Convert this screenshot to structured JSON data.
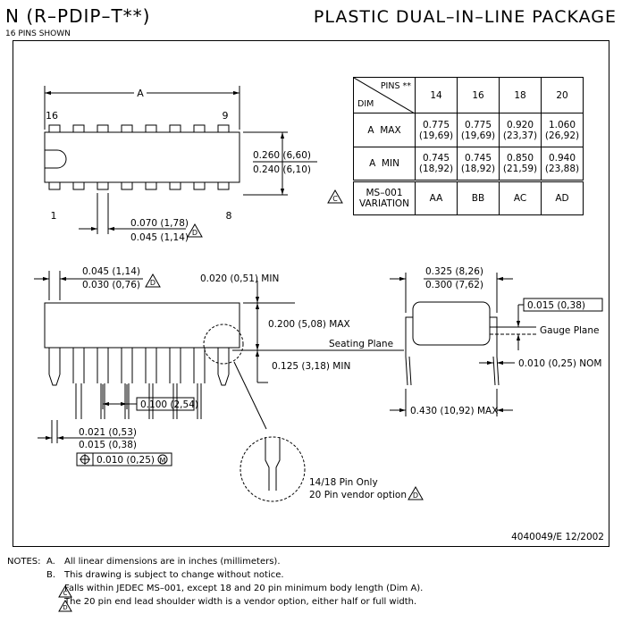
{
  "header": {
    "title": "N (R–PDIP–T**)",
    "subtitle": "16 PINS SHOWN",
    "package_name": "PLASTIC DUAL–IN–LINE PACKAGE"
  },
  "top_view": {
    "dim_a_label": "A",
    "pin16": "16",
    "pin9": "9",
    "pin1": "1",
    "pin8": "8",
    "width_max": "0.260 (6,60)",
    "width_min": "0.240 (6,10)",
    "pitch_max": "0.070 (1,78)",
    "pitch_min": "0.045 (1,14)",
    "note_d": "D"
  },
  "table": {
    "header_pins": "PINS **",
    "header_dim": "DIM",
    "columns": [
      "14",
      "16",
      "18",
      "20"
    ],
    "rows": [
      {
        "label": "A  MAX",
        "values": [
          "0.775\n(19,69)",
          "0.775\n(19,69)",
          "0.920\n(23,37)",
          "1.060\n(26,92)"
        ]
      },
      {
        "label": "A  MIN",
        "values": [
          "0.745\n(18,92)",
          "0.745\n(18,92)",
          "0.850\n(21,59)",
          "0.940\n(23,88)"
        ]
      },
      {
        "label": "MS–001\nVARIATION",
        "values": [
          "AA",
          "BB",
          "AC",
          "AD"
        ]
      }
    ],
    "note_c": "C"
  },
  "side_view": {
    "shoulder_max": "0.045 (1,14)",
    "shoulder_min": "0.030 (0,76)",
    "standoff": "0.020 (0,51) MIN",
    "height": "0.200 (5,08) MAX",
    "seating_plane": "Seating Plane",
    "lead_length": "0.125 (3,18) MIN",
    "pitch": "0.100 (2,54)",
    "lead_w_max": "0.021 (0,53)",
    "lead_w_min": "0.015 (0,38)",
    "tolerance": "0.010 (0,25)",
    "tol_modifier": "M",
    "detail_note1": "14/18 Pin Only",
    "detail_note2": "20 Pin vendor option"
  },
  "end_view": {
    "row_max": "0.325 (8,26)",
    "row_min": "0.300 (7,62)",
    "gauge_offset": "0.015 (0,38)",
    "gauge_plane": "Gauge Plane",
    "lead_thick": "0.010 (0,25) NOM",
    "span": "0.430 (10,92) MAX"
  },
  "doc_id": "4040049/E  12/2002",
  "notes": {
    "title": "NOTES:",
    "items": [
      {
        "mark": "A.",
        "text": "All linear dimensions are in inches (millimeters)."
      },
      {
        "mark": "B.",
        "text": "This drawing is subject to change without notice."
      },
      {
        "mark": "C",
        "text": "Falls within JEDEC MS–001, except 18 and 20 pin minimum body length (Dim A)."
      },
      {
        "mark": "D",
        "text": "The 20 pin end lead shoulder width is a vendor option, either half or full width."
      }
    ]
  }
}
